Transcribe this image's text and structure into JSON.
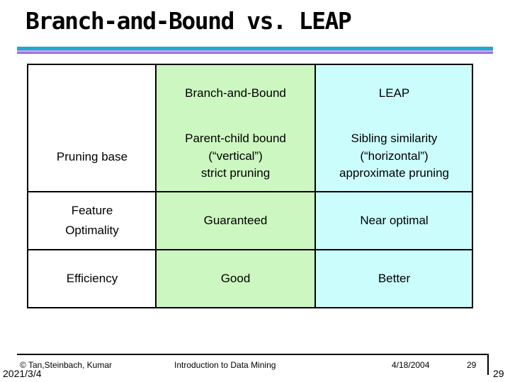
{
  "slide": {
    "title": "Branch-and-Bound vs. LEAP"
  },
  "table": {
    "headers": [
      "",
      "Branch-and-Bound",
      "LEAP"
    ],
    "rows": [
      {
        "label": "Pruning base",
        "bb": [
          "Parent-child bound",
          "(“vertical”)",
          "strict pruning"
        ],
        "leap": [
          "Sibling similarity",
          "(“horizontal”)",
          "approximate pruning"
        ]
      },
      {
        "label": [
          "Feature",
          "Optimality"
        ],
        "bb": "Guaranteed",
        "leap": "Near optimal"
      },
      {
        "label": "Efficiency",
        "bb": "Good",
        "leap": "Better"
      }
    ],
    "colors": {
      "bb_bg": "#ccf7c0",
      "leap_bg": "#ccfdfd"
    }
  },
  "footer": {
    "author": "© Tan,Steinbach, Kumar",
    "date_left": "2021/3/4",
    "course": "Introduction to Data Mining",
    "date": "4/18/2004",
    "page": "29",
    "page_outer": "29"
  },
  "accent_colors": {
    "rule_blue": "#1ba9d6",
    "rule_purple": "#8e5fd0"
  }
}
